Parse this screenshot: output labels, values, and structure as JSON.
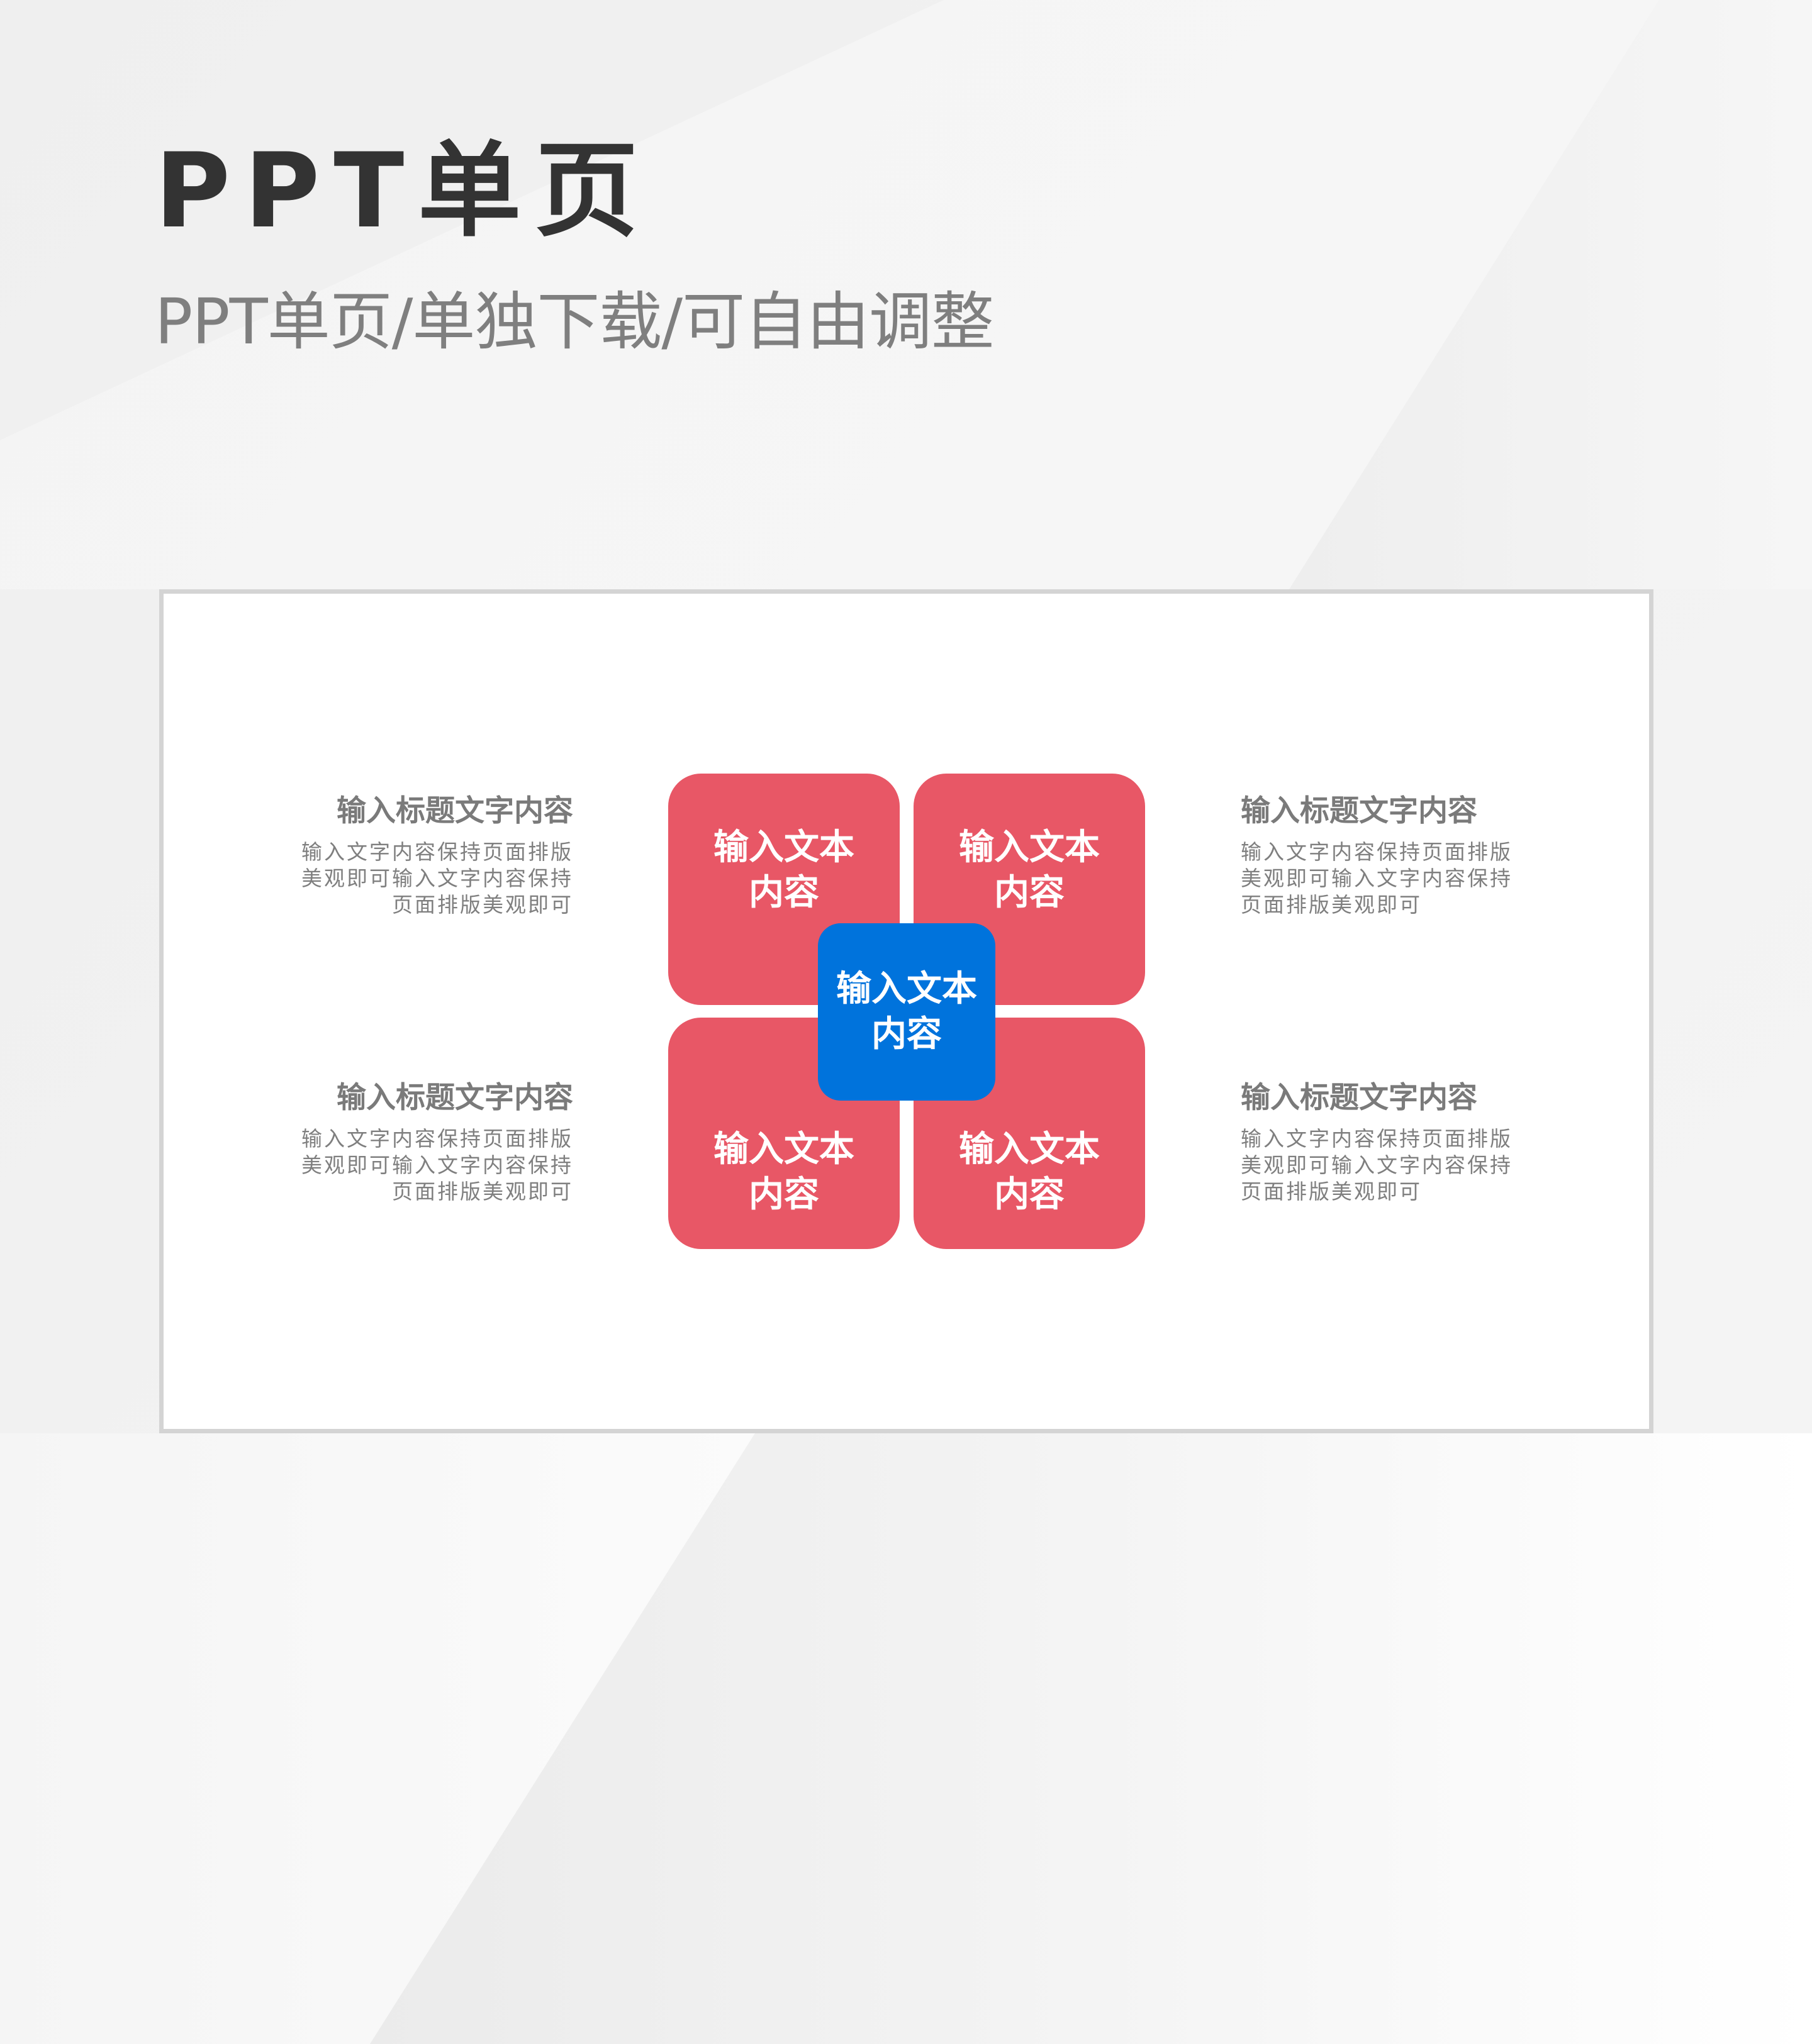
{
  "header": {
    "title": "PPT单页",
    "subtitle": "PPT单页/单独下载/可自由调整"
  },
  "colors": {
    "title": "#333333",
    "subtitle": "#7f7f7f",
    "petal": "#e85766",
    "center": "#0073dc",
    "side_text": "#7f7f7f",
    "slide_border": "#d4d4d4"
  },
  "slide": {
    "center": {
      "line1": "输入文本",
      "line2": "内容"
    },
    "petals": [
      {
        "position": "top-left",
        "line1": "输入文本",
        "line2": "内容"
      },
      {
        "position": "top-right",
        "line1": "输入文本",
        "line2": "内容"
      },
      {
        "position": "bottom-left",
        "line1": "输入文本",
        "line2": "内容"
      },
      {
        "position": "bottom-right",
        "line1": "输入文本",
        "line2": "内容"
      }
    ],
    "text_blocks": [
      {
        "position": "top-left",
        "title": "输入标题文字内容",
        "lines": [
          "输入文字内容保持页面排版",
          "美观即可输入文字内容保持",
          "页面排版美观即可"
        ]
      },
      {
        "position": "top-right",
        "title": "输入标题文字内容",
        "lines": [
          "输入文字内容保持页面排版",
          "美观即可输入文字内容保持",
          "页面排版美观即可"
        ]
      },
      {
        "position": "bottom-left",
        "title": "输入标题文字内容",
        "lines": [
          "输入文字内容保持页面排版",
          "美观即可输入文字内容保持",
          "页面排版美观即可"
        ]
      },
      {
        "position": "bottom-right",
        "title": "输入标题文字内容",
        "lines": [
          "输入文字内容保持页面排版",
          "美观即可输入文字内容保持",
          "页面排版美观即可"
        ]
      }
    ]
  }
}
